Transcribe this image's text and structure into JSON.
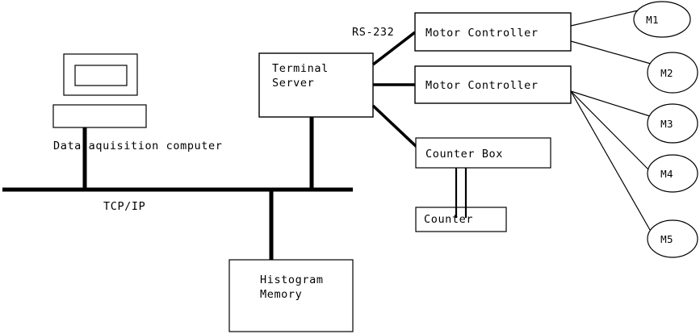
{
  "diagram": {
    "title": "Data acquisition system block diagram",
    "colors": {
      "stroke": "#000000",
      "background": "#ffffff",
      "text": "#000000"
    },
    "labels": {
      "data_acquisition_computer": "Data aquisition computer",
      "tcp_ip": "TCP/IP",
      "rs232": "RS-232"
    },
    "nodes": {
      "terminal_server": {
        "line1": "Terminal",
        "line2": "Server"
      },
      "motor_controller_1": "Motor Controller",
      "motor_controller_2": "Motor Controller",
      "counter_box": "Counter Box",
      "counter": "Counter",
      "histogram_memory": {
        "line1": "Histogram",
        "line2": "Memory"
      }
    },
    "motors": [
      {
        "label": "M1"
      },
      {
        "label": "M2"
      },
      {
        "label": "M3"
      },
      {
        "label": "M4"
      },
      {
        "label": "M5"
      }
    ]
  }
}
